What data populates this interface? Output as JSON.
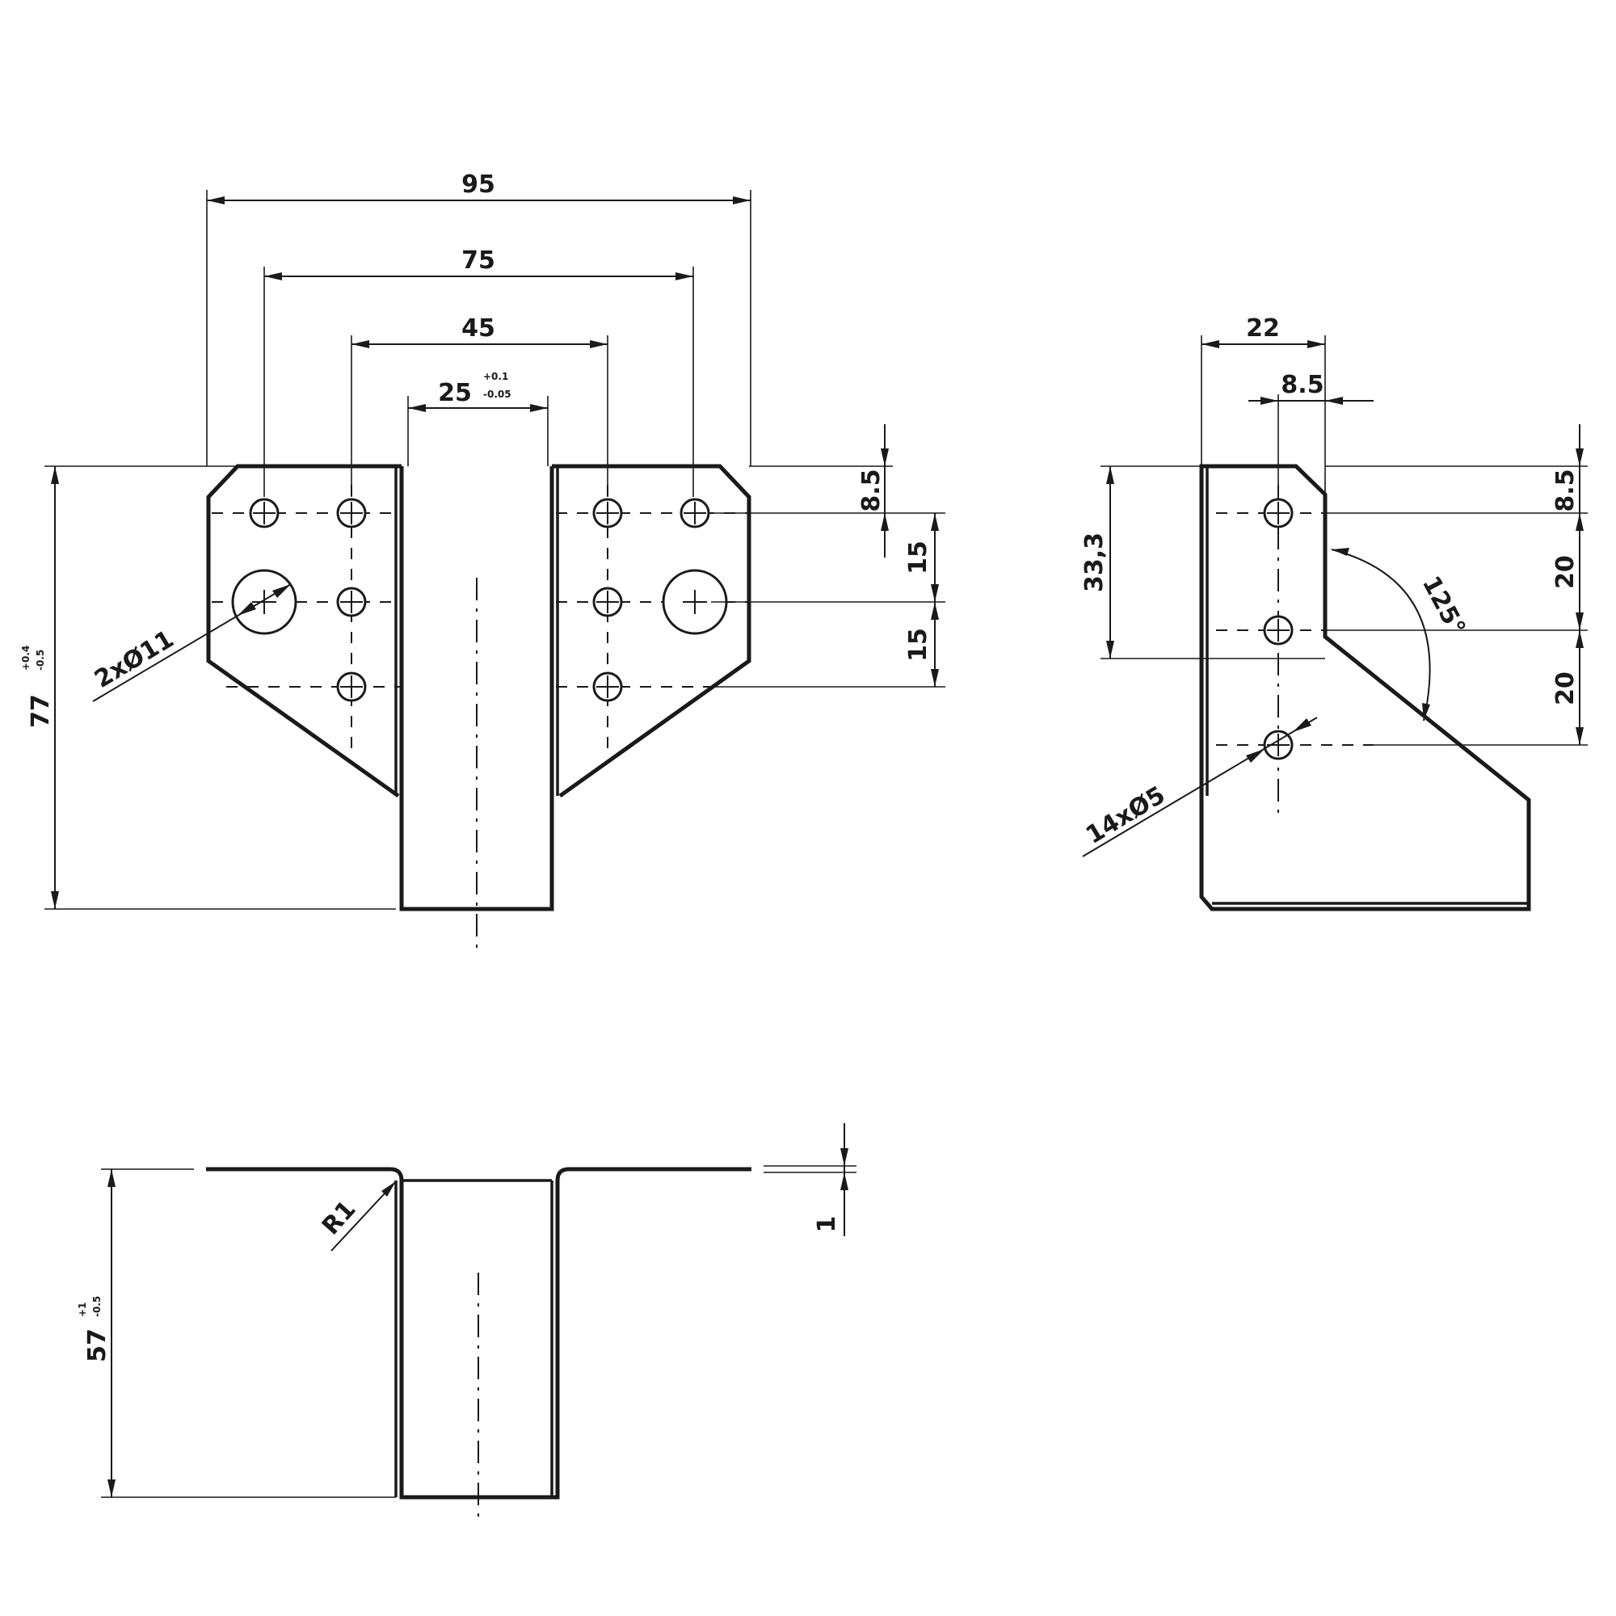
{
  "front_view": {
    "dim_overall_width": "95",
    "dim_outer_holes": "75",
    "dim_inner_holes": "45",
    "dim_slot_width": "25",
    "dim_slot_tol_upper": "+0.1",
    "dim_slot_tol_lower": "-0.05",
    "dim_total_height": "77",
    "dim_height_tol_upper": "+0.4",
    "dim_height_tol_lower": "-0.5",
    "dim_top_offset": "8.5",
    "dim_row_pitch_1": "15",
    "dim_row_pitch_2": "15",
    "callout_large_hole": "2xØ11"
  },
  "side_view": {
    "dim_flange_width": "22",
    "dim_hole_offset": "8.5",
    "dim_height": "33,3",
    "dim_top_offset": "8.5",
    "dim_pitch_1": "20",
    "dim_pitch_2": "20",
    "dim_angle": "125°",
    "callout_small_holes": "14xØ5"
  },
  "bottom_view": {
    "dim_height": "57",
    "dim_height_tol_upper": "+1",
    "dim_height_tol_lower": "-0.5",
    "dim_bend_radius": "R1",
    "dim_thickness": "1"
  }
}
